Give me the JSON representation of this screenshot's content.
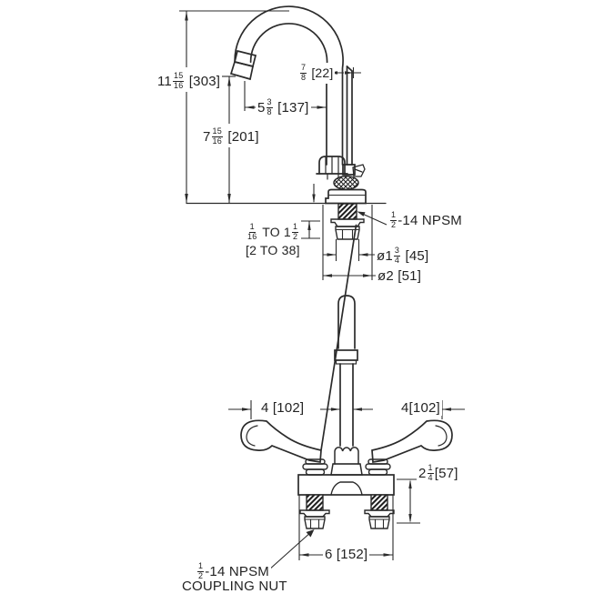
{
  "colors": {
    "line": "#2b2b2b",
    "background": "#ffffff"
  },
  "dims": {
    "overall_height": {
      "whole": "11",
      "num": "15",
      "den": "16",
      "metric": "[303]"
    },
    "spout_od": {
      "num": "7",
      "den": "8",
      "metric": "[22]"
    },
    "spout_reach": {
      "whole": "5",
      "num": "3",
      "den": "8",
      "metric": "[137]"
    },
    "outlet_height": {
      "whole": "7",
      "num": "15",
      "den": "16",
      "metric": "[201]"
    },
    "shank_thread": {
      "num": "1",
      "den": "2",
      "rest": "-14 NPSM"
    },
    "deck_range": {
      "num1": "1",
      "den1": "16",
      "mid": " TO 1",
      "num2": "1",
      "den2": "2",
      "metric_line": "[2 TO 38]"
    },
    "washer_dia": {
      "prefix": "ø1",
      "num": "3",
      "den": "4",
      "metric": "[45]"
    },
    "flange_dia": "ø2 [51]",
    "spread_left": "4 [102]",
    "spread_right": "4[102]",
    "below_deck": {
      "whole": "2",
      "num": "1",
      "den": "4",
      "metric": "[57]"
    },
    "nut_span": "6 [152]",
    "coupling": {
      "num": "1",
      "den": "2",
      "rest": "-14 NPSM",
      "line2": "COUPLING NUT"
    }
  }
}
